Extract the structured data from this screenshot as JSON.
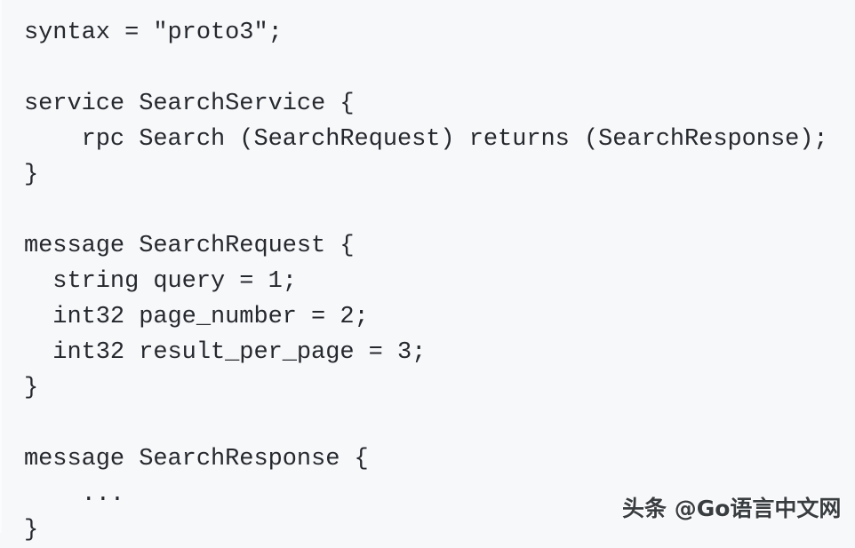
{
  "document": {
    "language": "protobuf",
    "background_color": "#f7f8fa",
    "text_color": "#25282d",
    "code_lines": [
      "syntax = \"proto3\";",
      "",
      "service SearchService {",
      "    rpc Search (SearchRequest) returns (SearchResponse);",
      "}",
      "",
      "message SearchRequest {",
      "  string query = 1;",
      "  int32 page_number = 2;",
      "  int32 result_per_page = 3;",
      "}",
      "",
      "message SearchResponse {",
      "    ...",
      "}"
    ]
  },
  "watermark": {
    "text": "头条 @Go语言中文网",
    "color": "#2b2f33"
  }
}
